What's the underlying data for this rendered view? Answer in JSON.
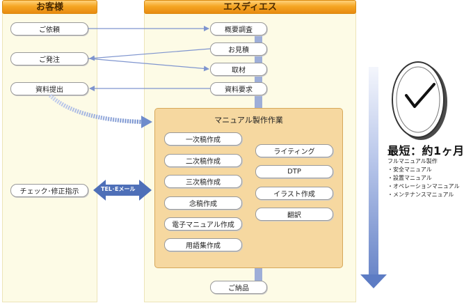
{
  "lanes": {
    "customer": "お客様",
    "company": "エスディエス"
  },
  "customer_steps": {
    "request": "ご依頼",
    "order": "ご発注",
    "materials": "資料提出",
    "check": "チェック･修正指示"
  },
  "company_steps": {
    "survey": "概要調査",
    "estimate": "お見積",
    "interview": "取材",
    "request_materials": "資料要求",
    "delivery": "ご納品"
  },
  "production": {
    "title": "マニュアル製作作業",
    "left_items": [
      "一次稿作成",
      "二次稿作成",
      "三次稿作成",
      "念稿作成",
      "電子マニュアル作成",
      "用語集作成"
    ],
    "right_items": [
      "ライティング",
      "DTP",
      "イラスト作成",
      "翻訳"
    ]
  },
  "contact_label": "TEL･Eメール",
  "summary": {
    "shortest": "最短：約1ヶ月",
    "subtitle": "フルマニュアル製作",
    "items": [
      "・安全マニュアル",
      "・設置マニュアル",
      "・オペレーションマニュアル",
      "・メンテナンスマニュアル"
    ]
  },
  "icons": {
    "clock": "clock-check-icon",
    "timeline": "down-arrow-icon"
  }
}
